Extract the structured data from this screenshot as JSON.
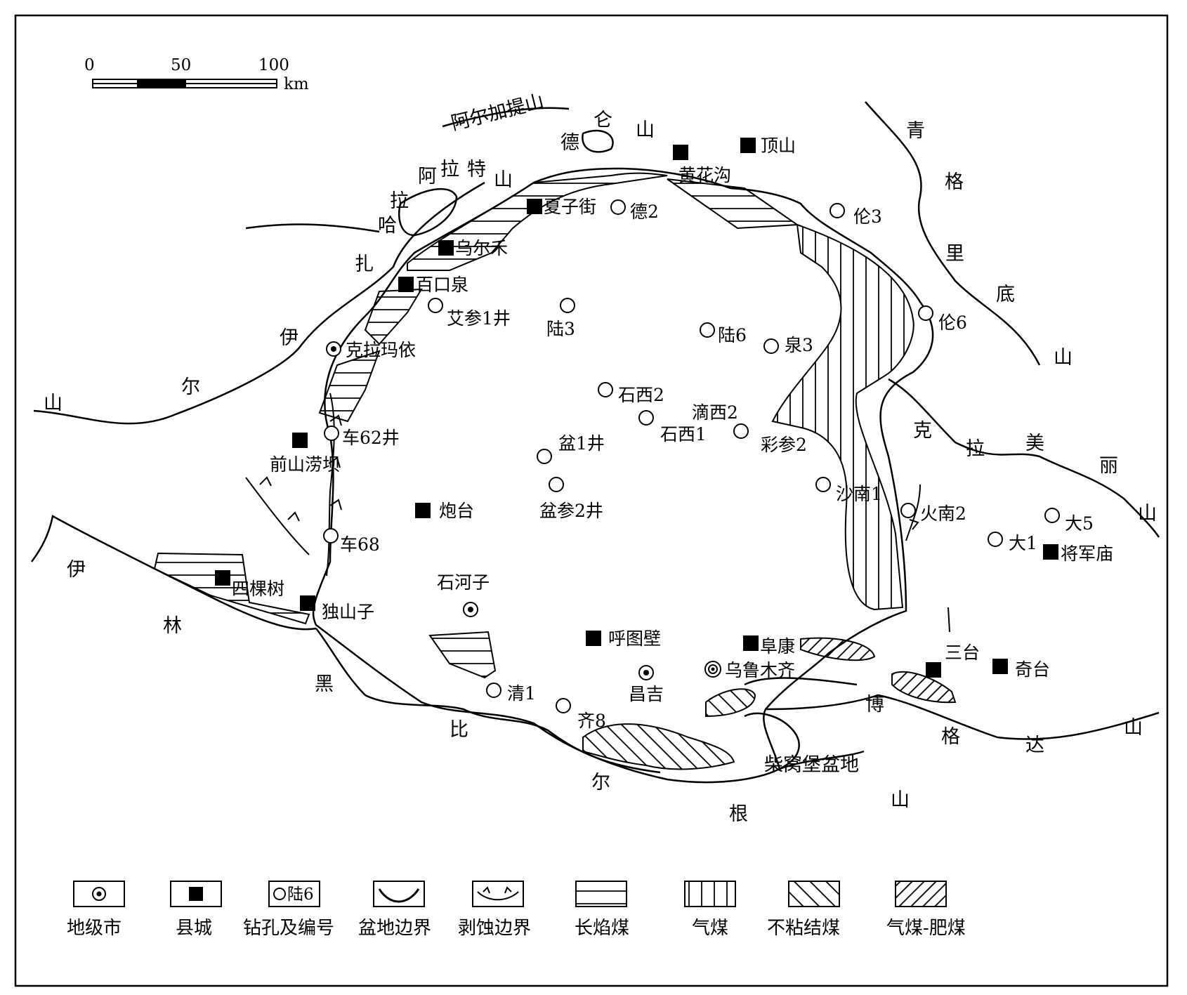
{
  "scale_bar": {
    "ticks": [
      "0",
      "50",
      "100"
    ],
    "unit": "km"
  },
  "mountains": {
    "aerjiati": "阿尔加提山",
    "kun": [
      "仑",
      "山"
    ],
    "de": "德",
    "alate": [
      "阿",
      "拉",
      "特",
      "山"
    ],
    "lahazha": [
      "拉",
      "哈",
      "扎"
    ],
    "yierxian": [
      "伊",
      "尔",
      "山"
    ],
    "qinggelidi": [
      "青",
      "格",
      "里",
      "底",
      "山"
    ],
    "kelameili": [
      "克",
      "拉",
      "美",
      "丽",
      "山"
    ],
    "yilinheibier": [
      "伊",
      "林",
      "黑",
      "比",
      "尔",
      "根",
      "山"
    ],
    "bogeda": [
      "博",
      "格",
      "达",
      "山"
    ]
  },
  "basin": {
    "chaiwopu": "柴窝堡盆地"
  },
  "cities": [
    "克拉玛依",
    "石河子",
    "昌吉",
    "乌鲁木齐"
  ],
  "counties": [
    "顶山",
    "黄花沟",
    "夏子街",
    "乌尔禾",
    "百口泉",
    "前山涝坝",
    "炮台",
    "四棵树",
    "独山子",
    "呼图壁",
    "阜康",
    "三台",
    "奇台",
    "将军庙"
  ],
  "boreholes": [
    "德2",
    "伦3",
    "艾参1井",
    "陆3",
    "陆6",
    "泉3",
    "伦6",
    "石西2",
    "滴西2",
    "石西1",
    "彩参2",
    "车62井",
    "盆1井",
    "盆参2井",
    "沙南1",
    "火南2",
    "大5",
    "大1",
    "车68",
    "清1",
    "齐8"
  ],
  "legend": [
    "地级市",
    "县城",
    "钻孔及编号",
    "盆地边界",
    "剥蚀边界",
    "长焰煤",
    "气煤",
    "不粘结煤",
    "气煤-肥煤"
  ],
  "legend_sample": "陆6"
}
